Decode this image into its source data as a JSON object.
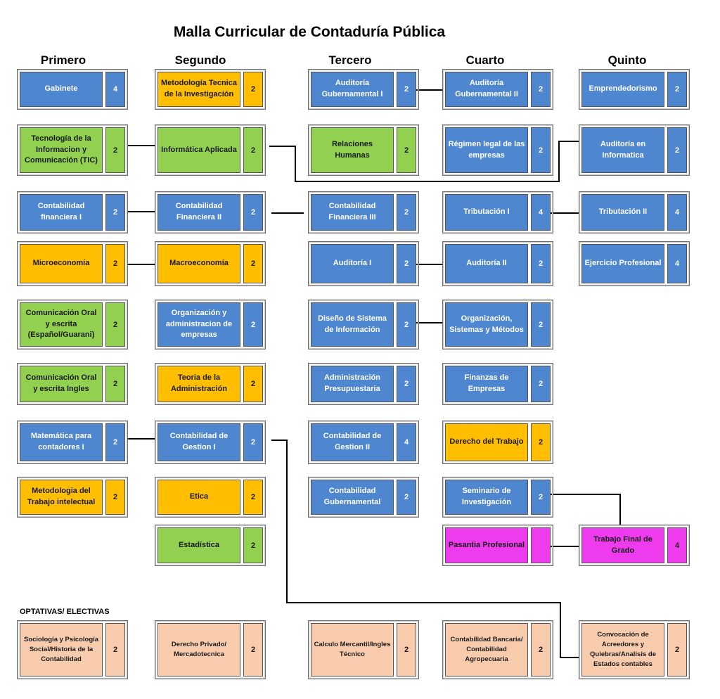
{
  "title": "Malla Curricular  de Contaduría Pública",
  "years": [
    "Primero",
    "Segundo",
    "Tercero",
    "Cuarto",
    "Quinto"
  ],
  "optativas_label": "OPTATIVAS/ ELECTIVAS",
  "colors": {
    "blue": "#4f86d0",
    "orange": "#ffbf00",
    "green": "#92d050",
    "magenta": "#ee3bee",
    "peach": "#f8cbad"
  },
  "courses": [
    {
      "id": "gabinete",
      "col": 0,
      "row": 0,
      "color": "blue",
      "name": "Gabinete",
      "credits": "4"
    },
    {
      "id": "tic",
      "col": 0,
      "row": 1,
      "color": "green",
      "name": "Tecnología de la Informacion y Comunicación (TIC)",
      "credits": "2"
    },
    {
      "id": "cont-fin-1",
      "col": 0,
      "row": 2,
      "color": "blue",
      "name": "Contabilidad financiera I",
      "credits": "2"
    },
    {
      "id": "microeconomia",
      "col": 0,
      "row": 3,
      "color": "orange",
      "name": "Microeconomía",
      "credits": "2"
    },
    {
      "id": "com-oral-esp",
      "col": 0,
      "row": 4,
      "color": "green",
      "name": "Comunicación Oral y escrita (Español/Guarani)",
      "credits": "2"
    },
    {
      "id": "com-oral-ing",
      "col": 0,
      "row": 5,
      "color": "green",
      "name": "Comunicación Oral y escrita Ingles",
      "credits": "2"
    },
    {
      "id": "matematica",
      "col": 0,
      "row": 6,
      "color": "blue",
      "name": "Matemática para contadores I",
      "credits": "2"
    },
    {
      "id": "met-trabajo",
      "col": 0,
      "row": 7,
      "color": "orange",
      "name": "Metodologia del Trabajo intelectual",
      "credits": "2"
    },
    {
      "id": "met-investigacion",
      "col": 1,
      "row": 0,
      "color": "orange",
      "name": "Metodología Tecnica de la Investigación",
      "credits": "2"
    },
    {
      "id": "informatica",
      "col": 1,
      "row": 1,
      "color": "green",
      "name": "Informática Aplicada",
      "credits": "2"
    },
    {
      "id": "cont-fin-2",
      "col": 1,
      "row": 2,
      "color": "blue",
      "name": "Contabilidad Financiera II",
      "credits": "2"
    },
    {
      "id": "macroeconomia",
      "col": 1,
      "row": 3,
      "color": "orange",
      "name": "Macroeconomía",
      "credits": "2"
    },
    {
      "id": "organizacion-adm",
      "col": 1,
      "row": 4,
      "color": "blue",
      "name": "Organización y administracion de empresas",
      "credits": "2"
    },
    {
      "id": "teoria-adm",
      "col": 1,
      "row": 5,
      "color": "orange",
      "name": "Teoria de la Administración",
      "credits": "2"
    },
    {
      "id": "cont-gestion-1",
      "col": 1,
      "row": 6,
      "color": "blue",
      "name": "Contabilidad de Gestion I",
      "credits": "2"
    },
    {
      "id": "etica",
      "col": 1,
      "row": 7,
      "color": "orange",
      "name": "Etica",
      "credits": "2"
    },
    {
      "id": "estadistica",
      "col": 1,
      "row": 8,
      "color": "green",
      "name": "Estadística",
      "credits": "2"
    },
    {
      "id": "auditoria-gub-1",
      "col": 2,
      "row": 0,
      "color": "blue",
      "name": "Auditoría Gubernamental I",
      "credits": "2"
    },
    {
      "id": "relaciones-humanas",
      "col": 2,
      "row": 1,
      "color": "green",
      "name": "Relaciones Humanas",
      "credits": "2"
    },
    {
      "id": "cont-fin-3",
      "col": 2,
      "row": 2,
      "color": "blue",
      "name": "Contabilidad Financiera III",
      "credits": "2"
    },
    {
      "id": "auditoria-1",
      "col": 2,
      "row": 3,
      "color": "blue",
      "name": "Auditoría  I",
      "credits": "2"
    },
    {
      "id": "diseno-sistema",
      "col": 2,
      "row": 4,
      "color": "blue",
      "name": "Diseño de Sistema de Información",
      "credits": "2"
    },
    {
      "id": "adm-presupuestaria",
      "col": 2,
      "row": 5,
      "color": "blue",
      "name": "Administración Presupuestaria",
      "credits": "2"
    },
    {
      "id": "cont-gestion-2",
      "col": 2,
      "row": 6,
      "color": "blue",
      "name": "Contabilidad de Gestion II",
      "credits": "4"
    },
    {
      "id": "cont-gubernamental",
      "col": 2,
      "row": 7,
      "color": "blue",
      "name": "Contabilidad Gubernamental",
      "credits": "2"
    },
    {
      "id": "auditoria-gub-2",
      "col": 3,
      "row": 0,
      "color": "blue",
      "name": "Auditoría Gubernamental II",
      "credits": "2"
    },
    {
      "id": "regimen-legal",
      "col": 3,
      "row": 1,
      "color": "blue",
      "name": "Régimen legal de las empresas",
      "credits": "2"
    },
    {
      "id": "tributacion-1",
      "col": 3,
      "row": 2,
      "color": "blue",
      "name": "Tributación I",
      "credits": "4"
    },
    {
      "id": "auditoria-2",
      "col": 3,
      "row": 3,
      "color": "blue",
      "name": "Auditoría  II",
      "credits": "2"
    },
    {
      "id": "org-sistemas",
      "col": 3,
      "row": 4,
      "color": "blue",
      "name": "Organización, Sistemas y Métodos",
      "credits": "2"
    },
    {
      "id": "finanzas",
      "col": 3,
      "row": 5,
      "color": "blue",
      "name": "Finanzas de Empresas",
      "credits": "2"
    },
    {
      "id": "derecho-trabajo",
      "col": 3,
      "row": 6,
      "color": "orange",
      "name": "Derecho del Trabajo",
      "credits": "2"
    },
    {
      "id": "seminario",
      "col": 3,
      "row": 7,
      "color": "blue",
      "name": "Seminario de Investigación",
      "credits": "2"
    },
    {
      "id": "pasantia",
      "col": 3,
      "row": 8,
      "color": "magenta",
      "name": "Pasantia Profesional",
      "credits": ""
    },
    {
      "id": "emprendedorismo",
      "col": 4,
      "row": 0,
      "color": "blue",
      "name": "Emprendedorismo",
      "credits": "2"
    },
    {
      "id": "auditoria-informatica",
      "col": 4,
      "row": 1,
      "color": "blue",
      "name": "Auditoría en Informatica",
      "credits": "2"
    },
    {
      "id": "tributacion-2",
      "col": 4,
      "row": 2,
      "color": "blue",
      "name": "Tributación II",
      "credits": "4"
    },
    {
      "id": "ejercicio-profesional",
      "col": 4,
      "row": 3,
      "color": "blue",
      "name": "Ejercicio Profesional",
      "credits": "4"
    },
    {
      "id": "trabajo-final",
      "col": 4,
      "row": 8,
      "color": "magenta",
      "name": "Trabajo Final de Grado",
      "credits": "4"
    },
    {
      "id": "sociologia",
      "col": 0,
      "row": 9,
      "color": "peach",
      "name": "Sociología y Psicología Social/Historia de la Contabilidad",
      "credits": "2",
      "small": true
    },
    {
      "id": "derecho-privado",
      "col": 1,
      "row": 9,
      "color": "peach",
      "name": "Derecho Privado/ Mercadotecnica",
      "credits": "2",
      "small": true
    },
    {
      "id": "calculo",
      "col": 2,
      "row": 9,
      "color": "peach",
      "name": "Calculo Mercantil/Ingles Técnico",
      "credits": "2",
      "small": true
    },
    {
      "id": "cont-bancaria",
      "col": 3,
      "row": 9,
      "color": "peach",
      "name": "Contabilidad Bancaria/ Contabilidad Agropecuaria",
      "credits": "2",
      "small": true
    },
    {
      "id": "convocacion",
      "col": 4,
      "row": 9,
      "color": "peach",
      "name": "Convocación de Acreedores y Quiebras/Analisis de Estados contables",
      "credits": "2",
      "small": true
    }
  ]
}
